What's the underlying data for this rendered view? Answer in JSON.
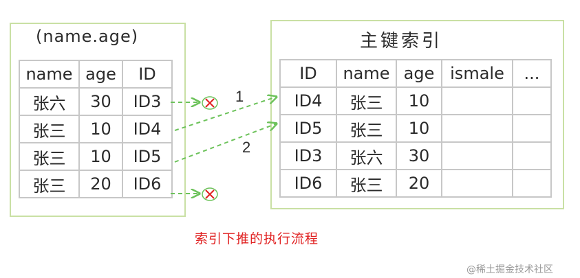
{
  "left_index": {
    "title": "(name.age)",
    "columns": [
      "name",
      "age",
      "ID"
    ],
    "rows": [
      [
        "张六",
        "30",
        "ID3"
      ],
      [
        "张三",
        "10",
        "ID4"
      ],
      [
        "张三",
        "10",
        "ID5"
      ],
      [
        "张三",
        "20",
        "ID6"
      ]
    ]
  },
  "primary_index": {
    "title": "主键索引",
    "columns": [
      "ID",
      "name",
      "age",
      "ismale",
      "..."
    ],
    "rows": [
      [
        "ID4",
        "张三",
        "10",
        "",
        ""
      ],
      [
        "ID5",
        "张三",
        "10",
        "",
        ""
      ],
      [
        "ID3",
        "张六",
        "30",
        "",
        ""
      ],
      [
        "ID6",
        "张三",
        "20",
        "",
        ""
      ]
    ]
  },
  "arrows": [
    {
      "from_row": "ID4",
      "to_row": "ID4",
      "label": "1"
    },
    {
      "from_row": "ID5",
      "to_row": "ID5",
      "label": "2"
    }
  ],
  "rejected_rows": [
    "ID3",
    "ID6"
  ],
  "colors": {
    "panel_border": "#c9e0a4",
    "arrow": "#6cc25a",
    "reject_mark": "#e02020",
    "caption": "#e02020"
  },
  "caption": "索引下推的执行流程",
  "watermark": "@稀土掘金技术社区"
}
